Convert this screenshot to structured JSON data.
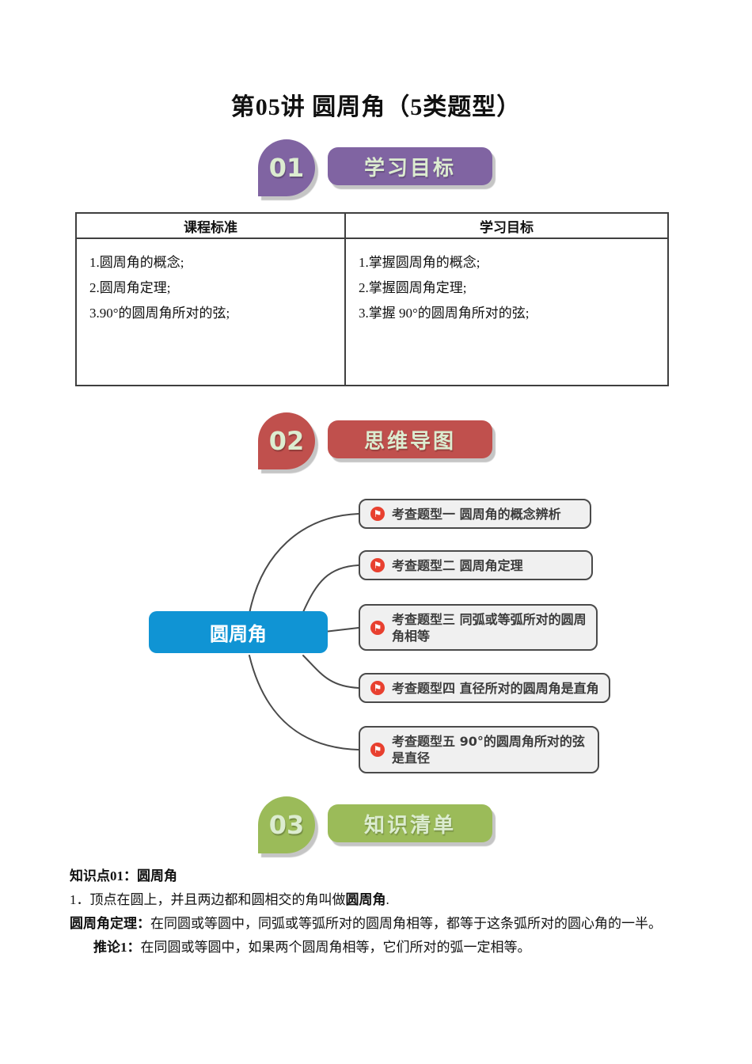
{
  "title": "第05讲 圆周角（5类题型）",
  "colors": {
    "purple": "#8064a2",
    "red": "#c0504d",
    "green": "#9bbb59",
    "badge_text": "#dcecd0",
    "root_blue": "#1094d4",
    "flag_red": "#e8402f",
    "node_bg": "#f0f0f0",
    "node_border": "#4a4a4a"
  },
  "sections": [
    {
      "number": "01",
      "label": "学习目标"
    },
    {
      "number": "02",
      "label": "思维导图"
    },
    {
      "number": "03",
      "label": "知识清单"
    }
  ],
  "table": {
    "headers": [
      "课程标准",
      "学习目标"
    ],
    "left_items": [
      "1.圆周角的概念;",
      "2.圆周角定理;",
      "3.90°的圆周角所对的弦;"
    ],
    "right_items": [
      "1.掌握圆周角的概念;",
      "2.掌握圆周角定理;",
      "3.掌握 90°的圆周角所对的弦;"
    ]
  },
  "mindmap": {
    "root": "圆周角",
    "nodes": [
      "考查题型一 圆周角的概念辨析",
      "考查题型二 圆周角定理",
      "考查题型三 同弧或等弧所对的圆周角相等",
      "考查题型四 直径所对的圆周角是直角",
      "考查题型五 90°的圆周角所对的弦是直径"
    ]
  },
  "icons": {
    "flag": "⚑"
  },
  "knowledge": {
    "heading": "知识点01：圆周角",
    "p1_prefix": "1．顶点在圆上，并且两边都和圆相交的角叫做",
    "p1_bold": "圆周角",
    "p1_suffix": ".",
    "p2_bold": "圆周角定理：",
    "p2_text": "在同圆或等圆中，同弧或等弧所对的圆周角相等，都等于这条弧所对的圆心角的一半。",
    "p3_bold": "推论1：",
    "p3_text": "在同圆或等圆中，如果两个圆周角相等，它们所对的弧一定相等。"
  }
}
